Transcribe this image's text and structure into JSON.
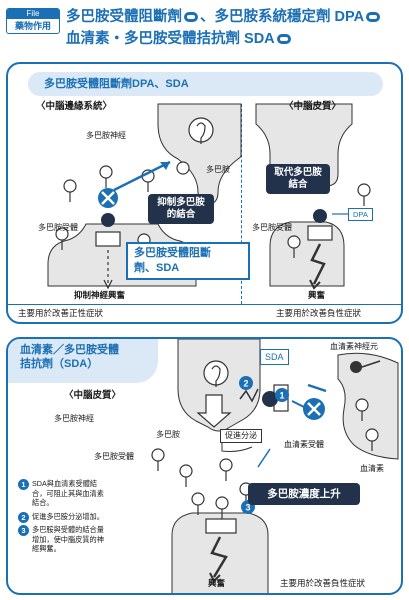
{
  "header": {
    "file_label": "File",
    "category": "藥物作用",
    "title_line1": "多巴胺受體阻斷劑",
    "title_sep1": "、多巴胺系統穩定劑 DPA",
    "title_line2": "血清素・多巴胺受體拮抗劑 SDA"
  },
  "panel1": {
    "heading": "多巴胺受體阻斷劑DPA、SDA",
    "left_title": "〈中腦邊緣系統〉",
    "right_title": "〈中腦皮質〉",
    "dopamine_neuron": "多巴胺神經",
    "dopamine": "多巴胺",
    "dopamine_receptor": "多巴胺受體",
    "inhibit_binding": "抑制多巴胺\n的結合",
    "blocker_label": "多巴胺受體阻斷\n劑、SDA",
    "inhibit_excite": "抑制神經興奮",
    "replace_binding": "取代多巴胺\n結合",
    "dpa_tag": "DPA",
    "right_receptor": "多巴胺受體",
    "excite": "興奮",
    "foot_left": "主要用於改善正性症狀",
    "foot_right": "主要用於改善負性症狀"
  },
  "panel2": {
    "heading": "血清素／多巴胺受體\n拮抗劑（SDA）",
    "region_title": "〈中腦皮質〉",
    "dopamine_neuron": "多巴胺神經",
    "dopamine": "多巴胺",
    "sda_tag": "SDA",
    "serotonin_neuron": "血清素神經元",
    "promote_release": "促進分泌",
    "serotonin_receptor": "血清素受體",
    "serotonin": "血清素",
    "dopamine_receptor": "多巴胺受體",
    "dopamine_rise": "多巴胺濃度上升",
    "excite": "興奮",
    "foot_right": "主要用於改善負性症狀",
    "legend": [
      {
        "num": "1",
        "text": "SDA與血清素受體結合，可阻止其與血清素結合。"
      },
      {
        "num": "2",
        "text": "促進多巴胺分泌增加。"
      },
      {
        "num": "3",
        "text": "多巴胺與受體的結合量增加，使中腦皮質的神經興奮。"
      }
    ]
  },
  "colors": {
    "accent": "#1b6fb5",
    "dark": "#22324a",
    "light": "#dbe9f6"
  }
}
